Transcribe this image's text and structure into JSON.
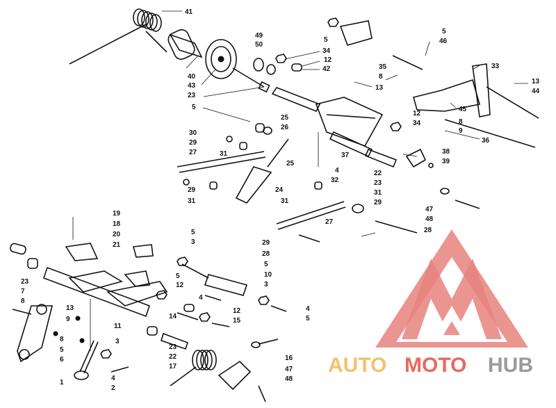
{
  "colors": {
    "ink": "#111111",
    "watermark_red": "#e8827e",
    "brand_auto": "#f3c26b",
    "brand_moto": "#e86a5f",
    "brand_hub": "#9a9a9a"
  },
  "watermark": {
    "word1": "AUTO",
    "word2": "MOTO",
    "word3": "HUB"
  },
  "callouts": [
    {
      "id": "c41a",
      "text": "41"
    },
    {
      "id": "c40",
      "text": "40"
    },
    {
      "id": "c43",
      "text": "43"
    },
    {
      "id": "c23a",
      "text": "23"
    },
    {
      "id": "c5a",
      "text": "5"
    },
    {
      "id": "c49",
      "text": "49"
    },
    {
      "id": "c50",
      "text": "50"
    },
    {
      "id": "c5b",
      "text": "5"
    },
    {
      "id": "c34a",
      "text": "34"
    },
    {
      "id": "c12a",
      "text": "12"
    },
    {
      "id": "c42",
      "text": "42"
    },
    {
      "id": "c5c",
      "text": "5"
    },
    {
      "id": "c46",
      "text": "46"
    },
    {
      "id": "c35",
      "text": "35"
    },
    {
      "id": "c8a",
      "text": "8"
    },
    {
      "id": "c13a",
      "text": "13"
    },
    {
      "id": "c33",
      "text": "33"
    },
    {
      "id": "c13b",
      "text": "13"
    },
    {
      "id": "c44",
      "text": "44"
    },
    {
      "id": "c45",
      "text": "45"
    },
    {
      "id": "c8b",
      "text": "8"
    },
    {
      "id": "c9a",
      "text": "9"
    },
    {
      "id": "c36",
      "text": "36"
    },
    {
      "id": "c12b",
      "text": "12"
    },
    {
      "id": "c34b",
      "text": "34"
    },
    {
      "id": "c25a",
      "text": "25"
    },
    {
      "id": "c26",
      "text": "26"
    },
    {
      "id": "c30",
      "text": "30"
    },
    {
      "id": "c29a",
      "text": "29"
    },
    {
      "id": "c27a",
      "text": "27"
    },
    {
      "id": "c31a",
      "text": "31"
    },
    {
      "id": "c37",
      "text": "37"
    },
    {
      "id": "c38",
      "text": "38"
    },
    {
      "id": "c39",
      "text": "39"
    },
    {
      "id": "c25b",
      "text": "25"
    },
    {
      "id": "c4a",
      "text": "4"
    },
    {
      "id": "c22a",
      "text": "22"
    },
    {
      "id": "c23b",
      "text": "23"
    },
    {
      "id": "c32",
      "text": "32"
    },
    {
      "id": "c29b",
      "text": "29"
    },
    {
      "id": "c31b",
      "text": "31"
    },
    {
      "id": "c24",
      "text": "24"
    },
    {
      "id": "c31c",
      "text": "31"
    },
    {
      "id": "c31d",
      "text": "31"
    },
    {
      "id": "c29c",
      "text": "29"
    },
    {
      "id": "c47a",
      "text": "47"
    },
    {
      "id": "c48a",
      "text": "48"
    },
    {
      "id": "c27b",
      "text": "27"
    },
    {
      "id": "c28a",
      "text": "28"
    },
    {
      "id": "c29d",
      "text": "29"
    },
    {
      "id": "c28b",
      "text": "28"
    },
    {
      "id": "c19",
      "text": "19"
    },
    {
      "id": "c18",
      "text": "18"
    },
    {
      "id": "c20",
      "text": "20"
    },
    {
      "id": "c21",
      "text": "21"
    },
    {
      "id": "c5d",
      "text": "5"
    },
    {
      "id": "c3a",
      "text": "3"
    },
    {
      "id": "c5e",
      "text": "5"
    },
    {
      "id": "c10",
      "text": "10"
    },
    {
      "id": "c3b",
      "text": "3"
    },
    {
      "id": "c23c",
      "text": "23"
    },
    {
      "id": "c7",
      "text": "7"
    },
    {
      "id": "c8c",
      "text": "8"
    },
    {
      "id": "c13c",
      "text": "13"
    },
    {
      "id": "c9b",
      "text": "9"
    },
    {
      "id": "c5f",
      "text": "5"
    },
    {
      "id": "c12c",
      "text": "12"
    },
    {
      "id": "c4b",
      "text": "4"
    },
    {
      "id": "c4c",
      "text": "4"
    },
    {
      "id": "c5g",
      "text": "5"
    },
    {
      "id": "c12d",
      "text": "12"
    },
    {
      "id": "c15",
      "text": "15"
    },
    {
      "id": "c14",
      "text": "14"
    },
    {
      "id": "c11",
      "text": "11"
    },
    {
      "id": "c8d",
      "text": "8"
    },
    {
      "id": "c5h",
      "text": "5"
    },
    {
      "id": "c6",
      "text": "6"
    },
    {
      "id": "c3c",
      "text": "3"
    },
    {
      "id": "c23d",
      "text": "23"
    },
    {
      "id": "c22b",
      "text": "22"
    },
    {
      "id": "c17",
      "text": "17"
    },
    {
      "id": "c16",
      "text": "16"
    },
    {
      "id": "c47b",
      "text": "47"
    },
    {
      "id": "c48b",
      "text": "48"
    },
    {
      "id": "c1",
      "text": "1"
    },
    {
      "id": "c4d",
      "text": "4"
    },
    {
      "id": "c2",
      "text": "2"
    }
  ]
}
